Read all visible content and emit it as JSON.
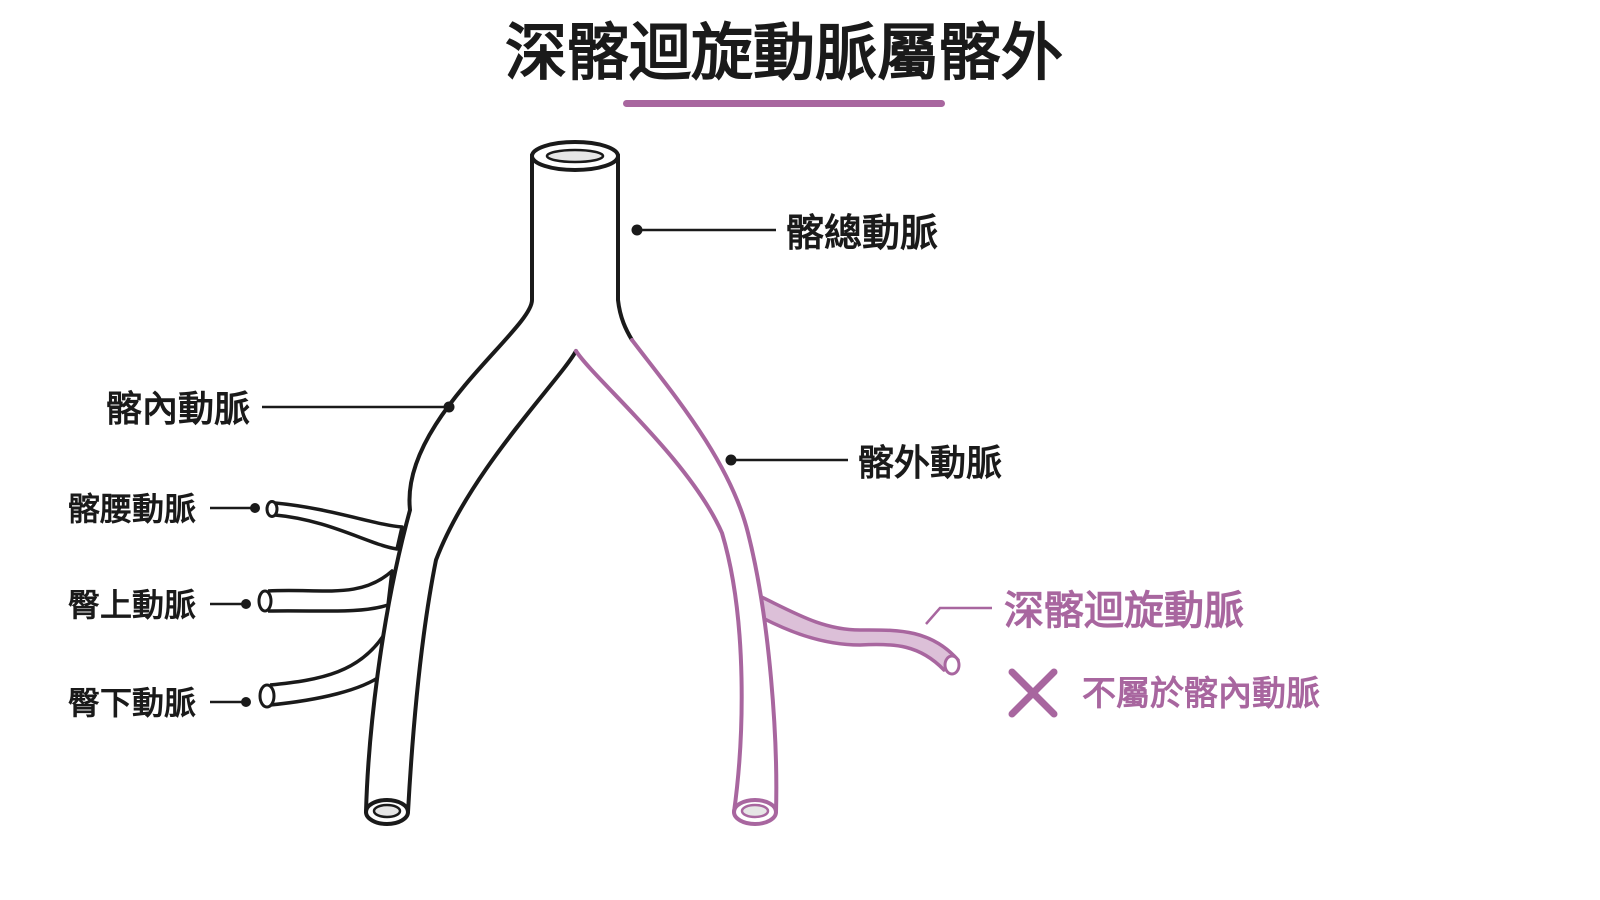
{
  "title": "深髂迴旋動脈屬髂外",
  "colors": {
    "ink": "#1a1a1a",
    "accent": "#a8669f",
    "accent_light": "#dcc0d8",
    "lumen": "#e6e6e6"
  },
  "labels": {
    "common_iliac": "髂總動脈",
    "internal_iliac": "髂內動脈",
    "external_iliac": "髂外動脈",
    "iliolumbar": "髂腰動脈",
    "superior_gluteal": "臀上動脈",
    "inferior_gluteal": "臀下動脈",
    "deep_circumflex_iliac": "深髂迴旋動脈",
    "note": "不屬於髂內動脈"
  },
  "icons": {
    "note_mark": "cross-icon"
  }
}
